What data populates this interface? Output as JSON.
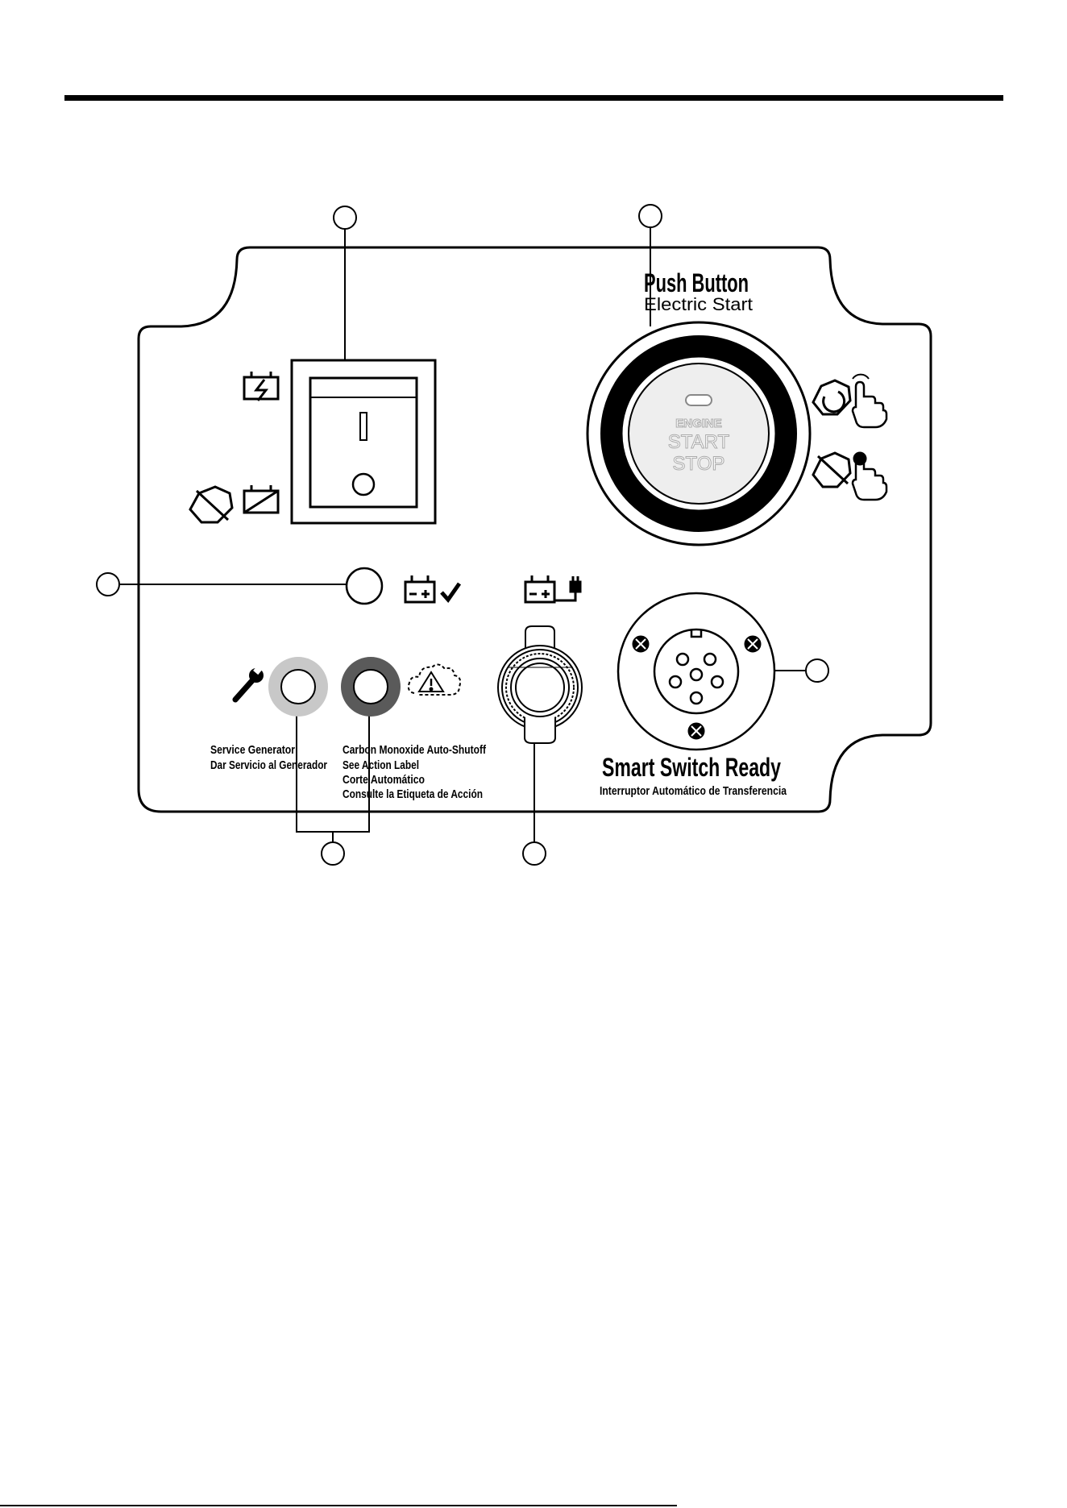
{
  "panel": {
    "push_button_title": "Push Button",
    "push_button_subtitle": "Electric Start",
    "engine_label": "ENGINE",
    "start_label": "START",
    "stop_label": "STOP",
    "smart_switch_title": "Smart Switch Ready",
    "smart_switch_subtitle": "Interruptor Automático de Transferencia",
    "service_line1": "Service Generator",
    "service_line2": "Dar Servicio al Generador",
    "co_line1": "Carbon Monoxide Auto-Shutoff",
    "co_line2": "See Action Label",
    "co_line3": "Corte Automático",
    "co_line4": "Consulte la Etiqueta de Acción"
  },
  "icons": [
    "battery-charge-icon",
    "engine-off-icon",
    "battery-off-icon",
    "battery-ok-icon",
    "battery-plug-icon",
    "engine-start-push-icon",
    "engine-stop-push-icon",
    "wrench-icon",
    "co-warning-cloud-icon"
  ],
  "colors": {
    "ink": "#000000",
    "service_led_ring": "#c8c8c8",
    "co_led_ring": "#5a5a5a",
    "button_face": "#eeeeee",
    "button_text": "#b8b8b8"
  }
}
